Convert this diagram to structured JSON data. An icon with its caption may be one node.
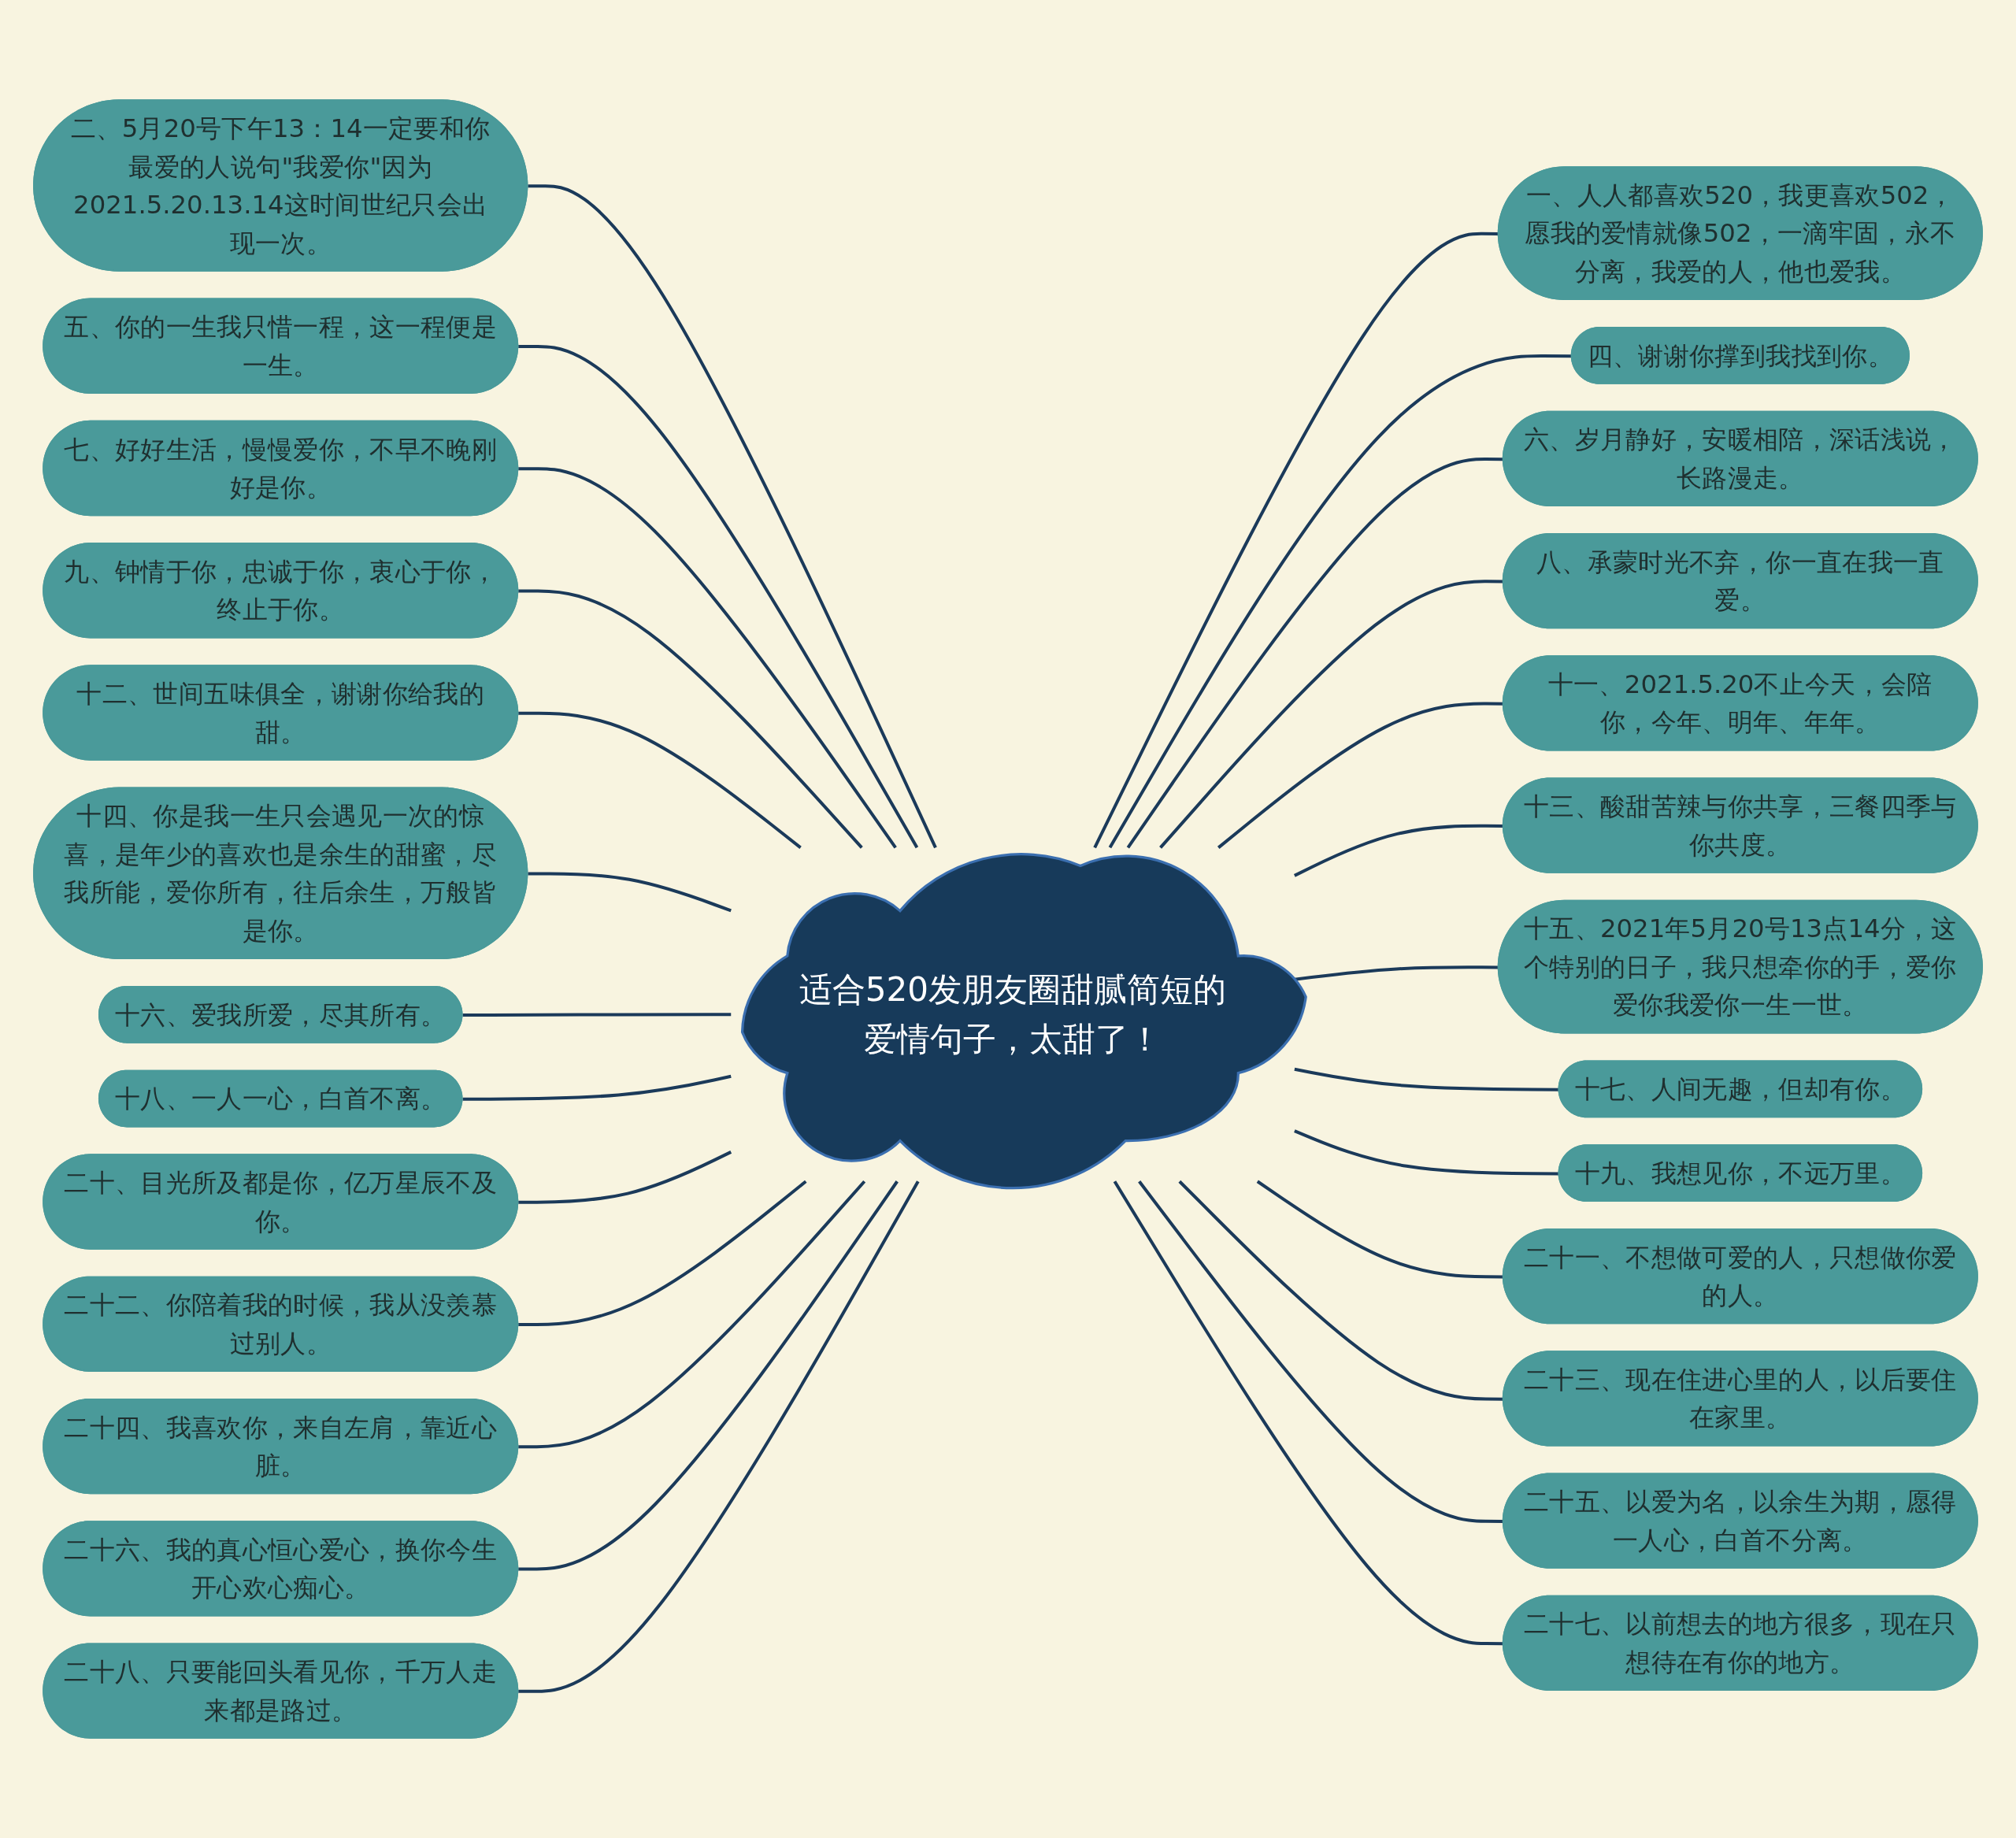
{
  "diagram": {
    "nodes": [
      {
        "text": [
          "适合520发朋友圈甜腻简短的爱情句子，太甜了！"
        ]
      },
      {
        "text": [
          "二、5月20号下午13：14一定要和你最爱的人说句\"我爱你\"因为2021.5.20.13.14这时间世纪只会出现一次。"
        ]
      },
      {
        "text": [
          "五、你的一生我只惜一程，这一程便是一生。"
        ]
      },
      {
        "text": [
          "七、好好生活，慢慢爱你，不早不晚刚好是你。"
        ]
      },
      {
        "text": [
          "九、钟情于你，忠诚于你，衷心于你，终止于你。"
        ]
      },
      {
        "text": [
          "十二、世间五味俱全，谢谢你给我的甜。"
        ]
      },
      {
        "text": [
          "十四、你是我一生只会遇见一次的惊喜，是年少的喜欢也是余生的甜蜜，尽我所能，爱你所有，往后余生，万般皆是你。"
        ]
      },
      {
        "text": [
          "十六、爱我所爱，尽其所有。"
        ]
      },
      {
        "text": [
          "十八、一人一心，白首不离。"
        ]
      },
      {
        "text": [
          "二十、目光所及都是你，亿万星辰不及你。"
        ]
      },
      {
        "text": [
          "二十二、你陪着我的时候，我从没羡慕过别人。"
        ]
      },
      {
        "text": [
          "二十四、我喜欢你，来自左肩，靠近心脏。"
        ]
      },
      {
        "text": [
          "二十六、我的真心恒心爱心，换你今生开心欢心痴心。"
        ]
      },
      {
        "text": [
          "二十八、只要能回头看见你，千万人走来都是路过。"
        ]
      },
      {
        "text": [
          "一、人人都喜欢520，我更喜欢502，愿我的爱情就像502，一滴牢固，永不分离，我爱的人，他也爱我。"
        ]
      },
      {
        "text": [
          "四、谢谢你撑到我找到你。"
        ]
      },
      {
        "text": [
          "六、岁月静好，安暖相陪，深话浅说，长路漫走。"
        ]
      },
      {
        "text": [
          "八、承蒙时光不弃，你一直在我一直爱。"
        ]
      },
      {
        "text": [
          "十一、2021.5.20不止今天，会陪你，今年、明年、年年。"
        ]
      },
      {
        "text": [
          "十三、酸甜苦辣与你共享，三餐四季与你共度。"
        ]
      },
      {
        "text": [
          "十五、2021年5月20号13点14分，这个特别的日子，我只想牵你的手，爱你爱你我爱你一生一世。"
        ]
      },
      {
        "text": [
          "十七、人间无趣，但却有你。"
        ]
      },
      {
        "text": [
          "十九、我想见你，不远万里。"
        ]
      },
      {
        "text": [
          "二十一、不想做可爱的人，只想做你爱的人。"
        ]
      },
      {
        "text": [
          "二十三、现在住进心里的人，以后要住在家里。"
        ]
      },
      {
        "text": [
          "二十五、以爱为名，以余生为期，愿得一人心，白首不分离。"
        ]
      },
      {
        "text": [
          "二十七、以前想去的地方很多，现在只想待在有你的地方。"
        ]
      }
    ],
    "edges": [
      {
        "from": 0,
        "to": 1,
        "arrow": "none"
      },
      {
        "from": 0,
        "to": 2,
        "arrow": "none"
      },
      {
        "from": 0,
        "to": 3,
        "arrow": "none"
      },
      {
        "from": 0,
        "to": 4,
        "arrow": "none"
      },
      {
        "from": 0,
        "to": 5,
        "arrow": "none"
      },
      {
        "from": 0,
        "to": 6,
        "arrow": "none"
      },
      {
        "from": 0,
        "to": 7,
        "arrow": "none"
      },
      {
        "from": 0,
        "to": 8,
        "arrow": "none"
      },
      {
        "from": 0,
        "to": 9,
        "arrow": "none"
      },
      {
        "from": 0,
        "to": 10,
        "arrow": "none"
      },
      {
        "from": 0,
        "to": 11,
        "arrow": "none"
      },
      {
        "from": 0,
        "to": 12,
        "arrow": "none"
      },
      {
        "from": 0,
        "to": 13,
        "arrow": "none"
      },
      {
        "from": 0,
        "to": 14,
        "arrow": "none"
      },
      {
        "from": 0,
        "to": 15,
        "arrow": "none"
      },
      {
        "from": 0,
        "to": 16,
        "arrow": "none"
      },
      {
        "from": 0,
        "to": 17,
        "arrow": "none"
      },
      {
        "from": 0,
        "to": 18,
        "arrow": "none"
      },
      {
        "from": 0,
        "to": 19,
        "arrow": "none"
      },
      {
        "from": 0,
        "to": 20,
        "arrow": "none"
      },
      {
        "from": 0,
        "to": 21,
        "arrow": "none"
      },
      {
        "from": 0,
        "to": 22,
        "arrow": "none"
      },
      {
        "from": 0,
        "to": 23,
        "arrow": "none"
      },
      {
        "from": 0,
        "to": 24,
        "arrow": "none"
      },
      {
        "from": 0,
        "to": 25,
        "arrow": "none"
      },
      {
        "from": 0,
        "to": 26,
        "arrow": "none"
      }
    ]
  }
}
